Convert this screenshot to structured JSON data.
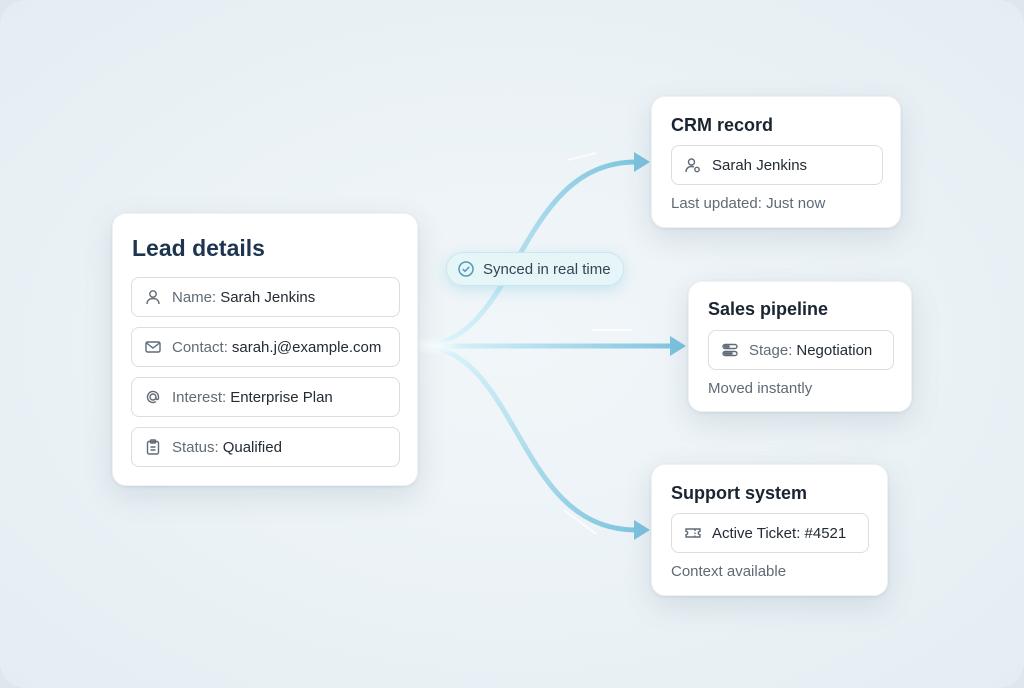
{
  "lead": {
    "title": "Lead details",
    "fields": [
      {
        "label": "Name:",
        "value": "Sarah Jenkins",
        "icon": "user-icon"
      },
      {
        "label": "Contact:",
        "value": "sarah.j@example.com",
        "icon": "mail-icon"
      },
      {
        "label": "Interest:",
        "value": "Enterprise Plan",
        "icon": "at-sign-icon"
      },
      {
        "label": "Status:",
        "value": "Qualified",
        "icon": "clipboard-icon"
      }
    ]
  },
  "sync_badge": {
    "label": "Synced in real time",
    "icon": "check-circle-icon"
  },
  "crm": {
    "title": "CRM record",
    "field_value": "Sarah Jenkins",
    "field_icon": "user-settings-icon",
    "note": "Last updated: Just now"
  },
  "pipeline": {
    "title": "Sales pipeline",
    "field_label": "Stage:",
    "field_value": "Negotiation",
    "field_icon": "pipeline-stages-icon",
    "note": "Moved instantly"
  },
  "support": {
    "title": "Support system",
    "field_value": "Active Ticket: #4521",
    "field_icon": "ticket-icon",
    "note": "Context available"
  },
  "colors": {
    "flow_start": "#dff5fb",
    "flow_end": "#79c2de",
    "title_dark": "#1d3550",
    "badge_bg": "#e6f5f8"
  }
}
